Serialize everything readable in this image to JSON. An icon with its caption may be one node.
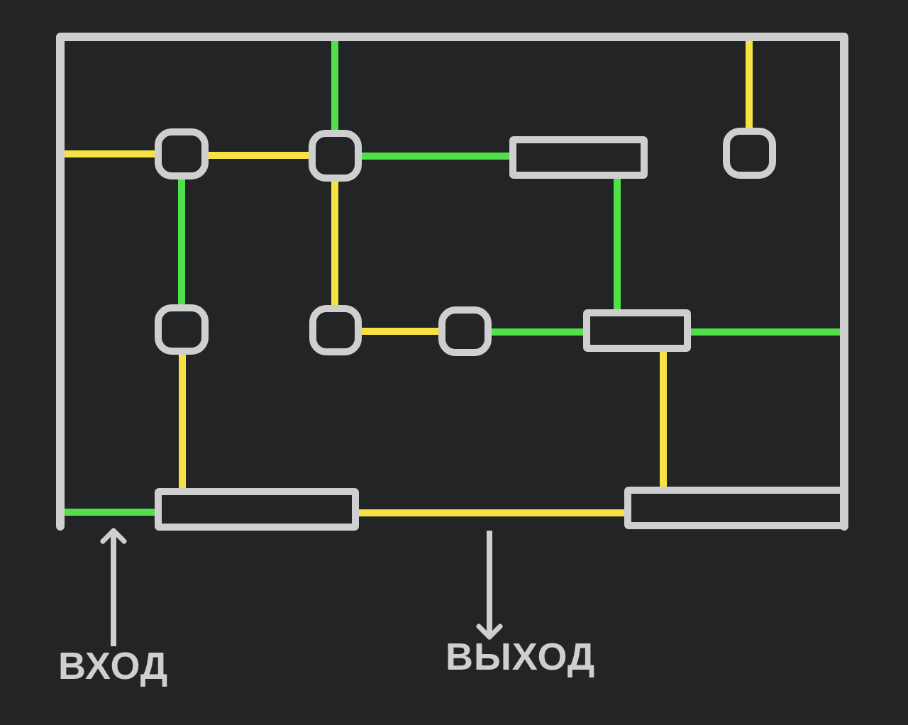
{
  "diagram": {
    "nodes": [
      {
        "text": [],
        "shape": "box"
      },
      {
        "text": [],
        "shape": "circle",
        "in": 0
      },
      {
        "text": [],
        "shape": "circle",
        "in": 0
      },
      {
        "text": [],
        "shape": "bar",
        "in": 0
      },
      {
        "text": [],
        "shape": "circle",
        "in": 0
      },
      {
        "text": [],
        "shape": "circle",
        "in": 0
      },
      {
        "text": [],
        "shape": "circle",
        "in": 0
      },
      {
        "text": [],
        "shape": "circle",
        "in": 0
      },
      {
        "text": [],
        "shape": "bar",
        "in": 0
      },
      {
        "text": [],
        "shape": "bar",
        "in": 0
      },
      {
        "text": [],
        "shape": "bar",
        "in": 0
      },
      {
        "text": [
          "ВХОД"
        ]
      },
      {
        "text": [
          "ВЫХОД"
        ]
      }
    ],
    "edges": [
      {
        "from": 0,
        "to": 1,
        "arrow": "none"
      },
      {
        "from": 0,
        "to": 2,
        "arrow": "none",
        "color": "#4fe04a"
      },
      {
        "from": 1,
        "to": 2,
        "arrow": "none"
      },
      {
        "from": 2,
        "to": 3,
        "arrow": "none",
        "color": "#4fe04a"
      },
      {
        "from": 0,
        "to": 4,
        "arrow": "none"
      },
      {
        "from": 1,
        "to": 5,
        "arrow": "none",
        "color": "#4fe04a"
      },
      {
        "from": 2,
        "to": 6,
        "arrow": "none"
      },
      {
        "from": 3,
        "to": 8,
        "arrow": "none",
        "color": "#4fe04a"
      },
      {
        "from": 6,
        "to": 7,
        "arrow": "none"
      },
      {
        "from": 7,
        "to": 8,
        "arrow": "none",
        "color": "#4fe04a"
      },
      {
        "from": 8,
        "to": 0,
        "arrow": "none",
        "color": "#4fe04a"
      },
      {
        "from": 5,
        "to": 9,
        "arrow": "none"
      },
      {
        "from": 8,
        "to": 10,
        "arrow": "none"
      },
      {
        "from": 0,
        "to": 9,
        "arrow": "none",
        "color": "#4fe04a"
      },
      {
        "from": 9,
        "to": 10,
        "arrow": "none"
      },
      {
        "from": 11,
        "to": 0,
        "arrow": "to",
        "color": "#cfcfcf"
      },
      {
        "from": 0,
        "to": 12,
        "arrow": "to",
        "color": "#cfcfcf"
      }
    ]
  }
}
